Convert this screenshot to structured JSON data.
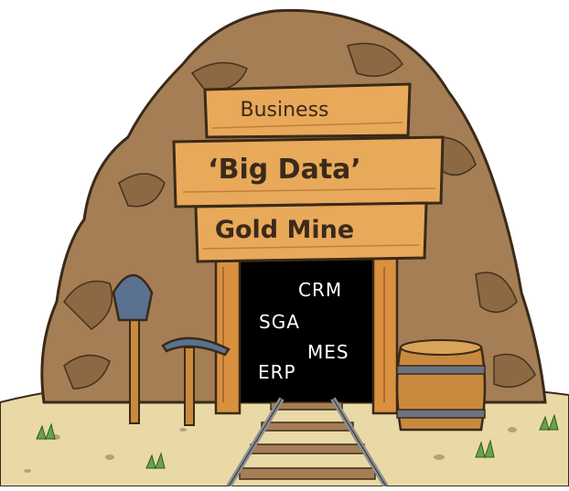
{
  "sign": {
    "line1": "Business",
    "line2": "‘Big Data’",
    "line3": "Gold Mine"
  },
  "tunnel_labels": {
    "crm": "CRM",
    "sga": "SGA",
    "mes": "MES",
    "erp": "ERP"
  },
  "colors": {
    "rock": "#a57e55",
    "rock_dark": "#6f4f32",
    "plank": "#e8a95a",
    "plank_dark": "#b87434",
    "tunnel": "#000000",
    "ground": "#e9d9a6",
    "rail": "#8a8f96",
    "tool_metal": "#5a7290",
    "grass": "#6aa24a"
  },
  "icons": [
    "shovel-icon",
    "pickaxe-icon",
    "barrel-icon",
    "rail-track-icon"
  ]
}
